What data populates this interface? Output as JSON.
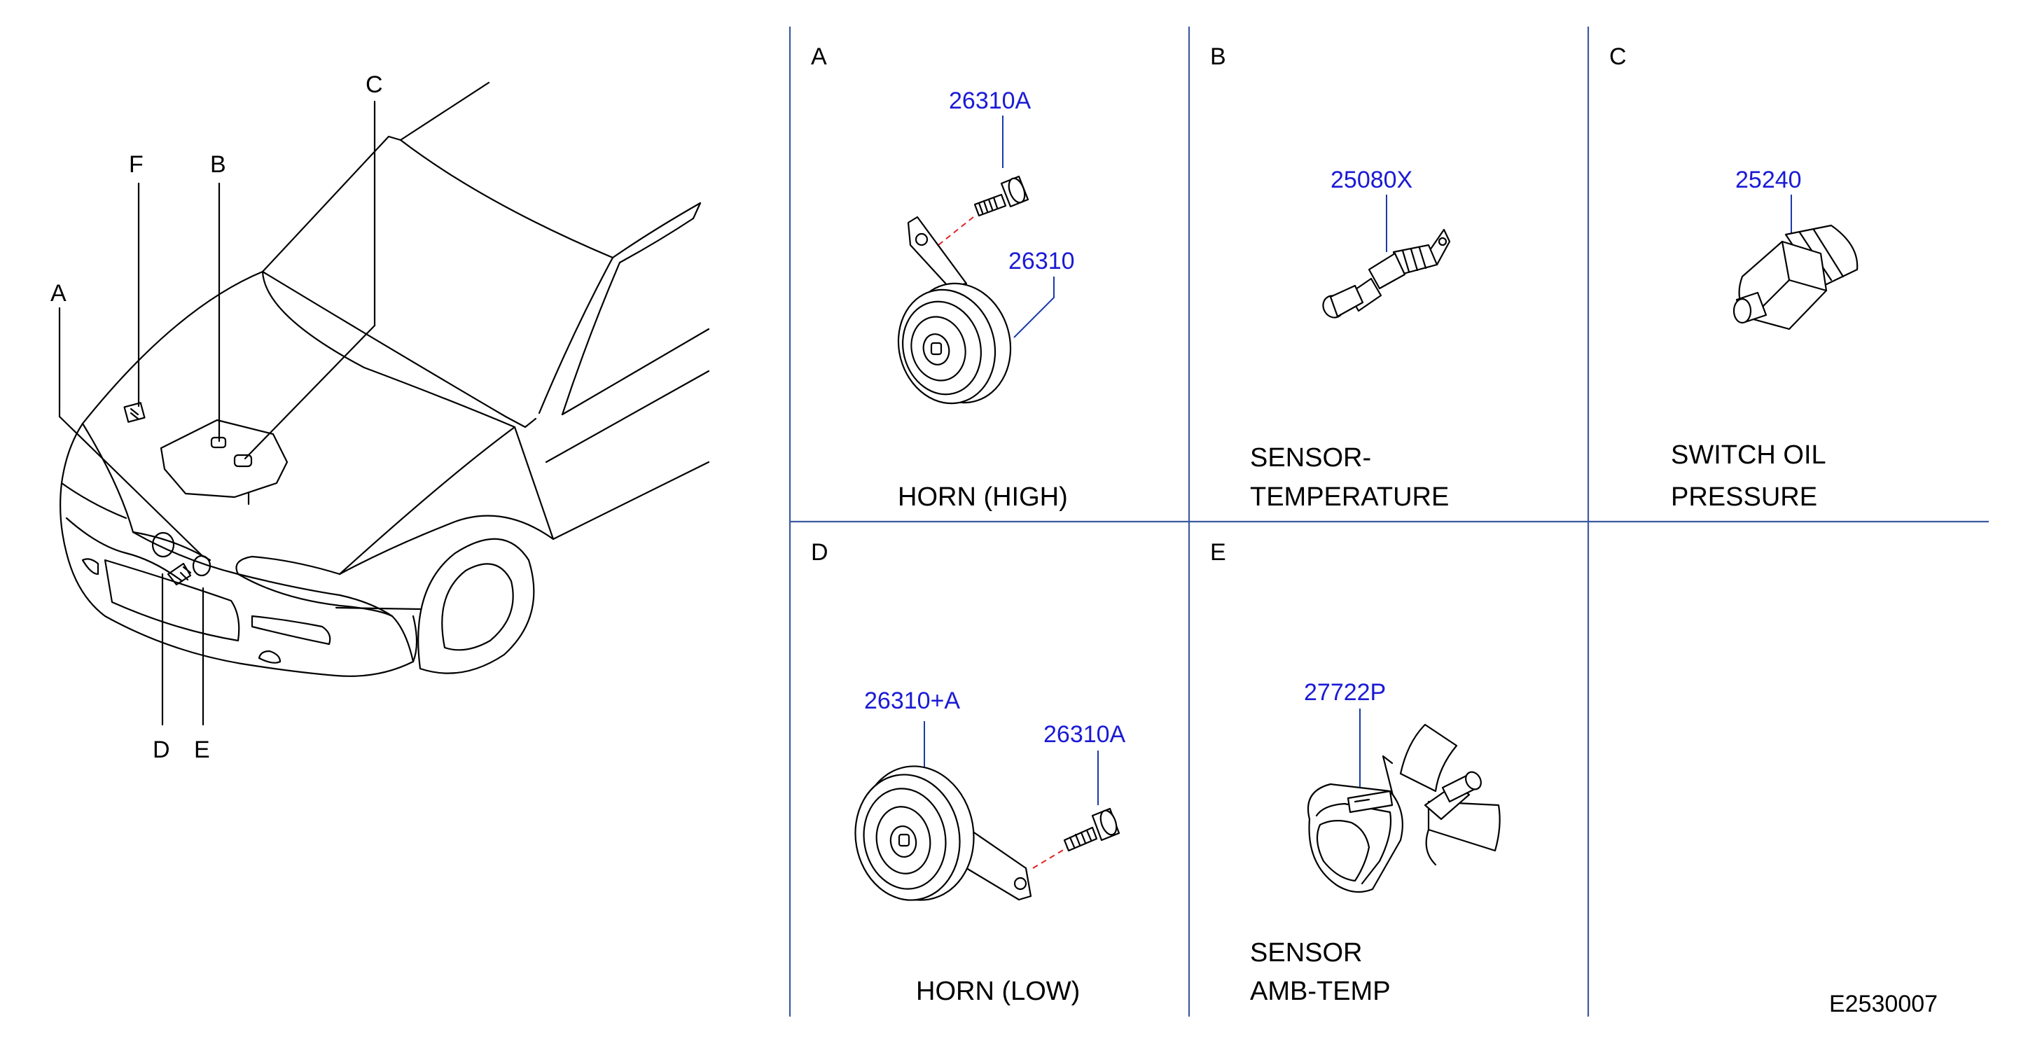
{
  "colors": {
    "part_number": "#1a1ad6",
    "leader": "#1a3aa8",
    "grid": "#3b5aa0",
    "dash": "#e02020"
  },
  "car": {
    "labels": [
      "A",
      "B",
      "C",
      "D",
      "E",
      "F"
    ]
  },
  "panels": {
    "A": {
      "letter": "A",
      "caption_lines": [
        "HORN  (HIGH)"
      ],
      "parts": [
        "26310A",
        "26310"
      ],
      "icons": [
        "horn-icon",
        "bolt-icon"
      ]
    },
    "B": {
      "letter": "B",
      "caption_lines": [
        "SENSOR-",
        "TEMPERATURE"
      ],
      "parts": [
        "25080X"
      ],
      "icons": [
        "temperature-sensor-icon"
      ]
    },
    "C": {
      "letter": "C",
      "caption_lines": [
        "SWITCH  OIL",
        "PRESSURE"
      ],
      "parts": [
        "25240"
      ],
      "icons": [
        "oil-pressure-switch-icon"
      ]
    },
    "D": {
      "letter": "D",
      "caption_lines": [
        "HORN  (LOW)"
      ],
      "parts": [
        "26310+A",
        "26310A"
      ],
      "icons": [
        "horn-icon",
        "bolt-icon"
      ]
    },
    "E": {
      "letter": "E",
      "caption_lines": [
        "SENSOR",
        "AMB-TEMP"
      ],
      "parts": [
        "27722P"
      ],
      "icons": [
        "ambient-sensor-icon"
      ]
    }
  },
  "drawing_number": "E2530007"
}
